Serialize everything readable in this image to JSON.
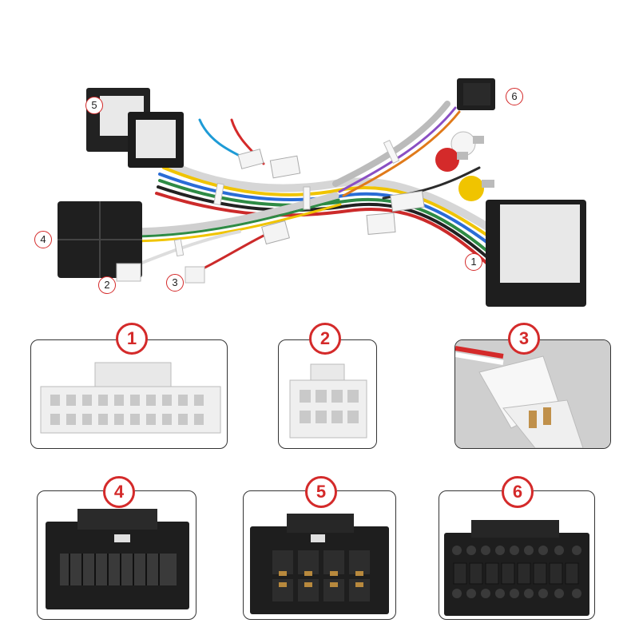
{
  "callouts": {
    "c5": "5",
    "c6": "6",
    "c4": "4",
    "c2": "2",
    "c3": "3",
    "c1": "1"
  },
  "panels": {
    "p1": "1",
    "p2": "2",
    "p3": "3",
    "p4": "4",
    "p5": "5",
    "p6": "6"
  },
  "colors": {
    "accent": "#d42a2a",
    "connector_dark": "#222222",
    "connector_white": "#eeeeee",
    "panel_border": "#333333"
  }
}
